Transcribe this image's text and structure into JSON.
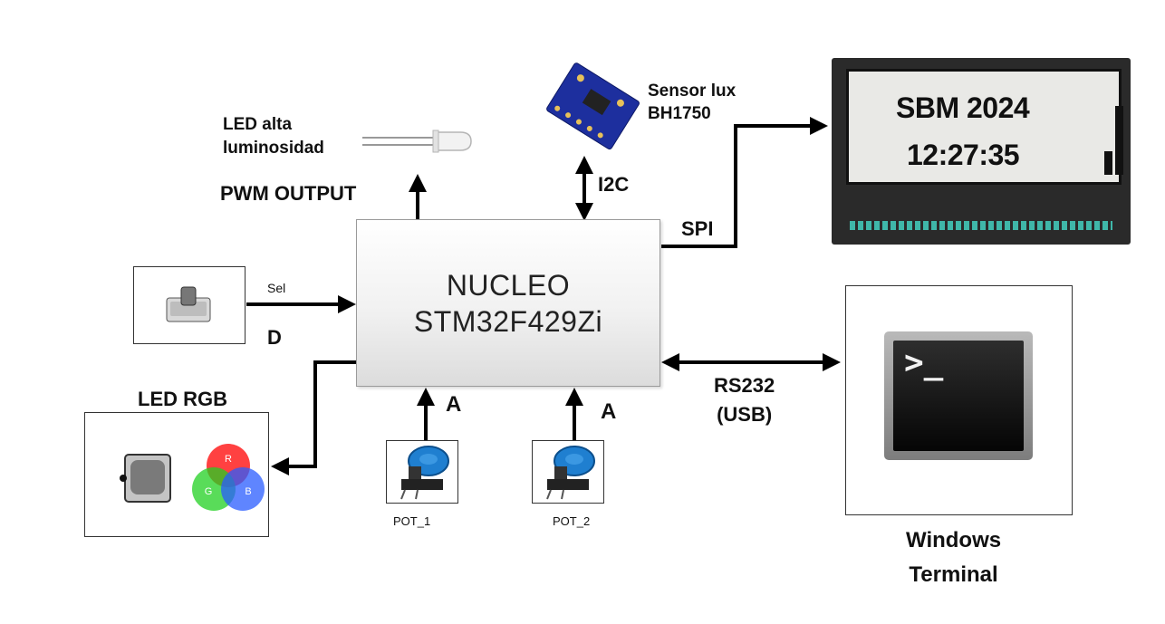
{
  "mcu": {
    "line1": "NUCLEO",
    "line2": "STM32F429Zi"
  },
  "pwm": {
    "device_line1": "LED  alta",
    "device_line2": "luminosidad",
    "signal_label": "PWM OUTPUT"
  },
  "sensor": {
    "line1": "Sensor lux",
    "line2": "BH1750",
    "bus_label": "I2C"
  },
  "lcd": {
    "bus_label": "SPI",
    "text_line1": "SBM 2024",
    "text_line2": "12:27:35"
  },
  "button": {
    "signal_label": "Sel",
    "type_label": "D"
  },
  "rgb_led": {
    "title": "LED RGB",
    "letters": {
      "r": "R",
      "g": "G",
      "b": "B"
    }
  },
  "pot1": {
    "type_label": "A",
    "name": "POT_1"
  },
  "pot2": {
    "type_label": "A",
    "name": "POT_2"
  },
  "serial": {
    "line1": "RS232",
    "line2": "(USB)"
  },
  "terminal": {
    "line1": "Windows",
    "line2": "Terminal",
    "prompt": ">_"
  },
  "colors": {
    "wire": "#000000",
    "pot_knob": "#1f7fd0",
    "sensor_board": "#1d2f9e",
    "terminal_body": "#111111"
  },
  "icons": [
    "led-icon",
    "sensor-board-icon",
    "lcd-display-icon",
    "push-button-icon",
    "rgb-led-icon",
    "rgb-color-wheel-icon",
    "potentiometer-icon",
    "terminal-icon"
  ]
}
